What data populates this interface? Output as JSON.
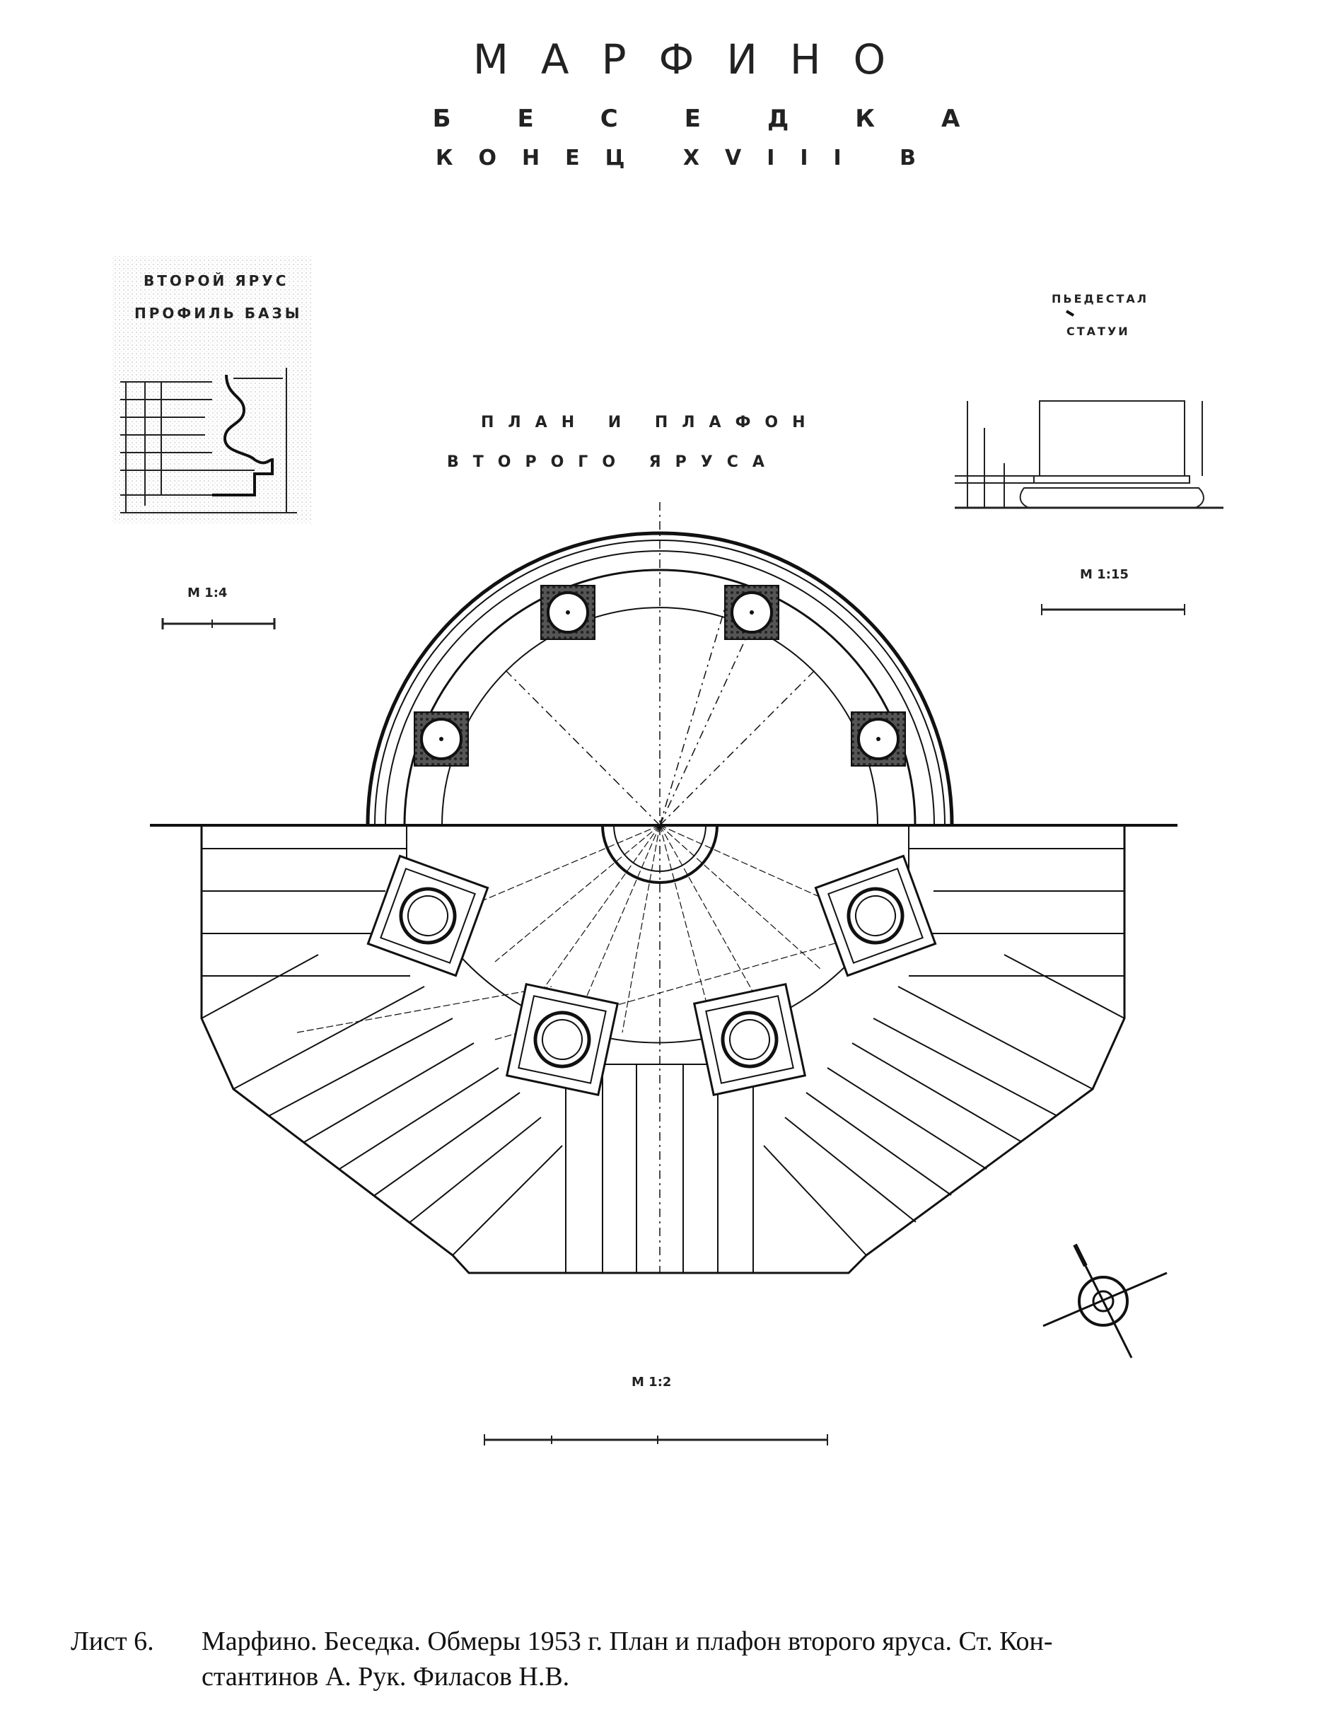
{
  "header": {
    "title": "МАРФИНО",
    "subtitle": "БЕСЕДКА",
    "date": "КОНЕЦ XVIII В"
  },
  "profile_detail": {
    "title_line1": "ВТОРОЙ ЯРУС",
    "title_line2": "ПРОФИЛЬ БАЗЫ",
    "scale": "М 1:4"
  },
  "pedestal_detail": {
    "title_line1": "ПЬЕДЕСТАЛ",
    "title_line2": "СТАТУИ",
    "scale": "М 1:15"
  },
  "plan": {
    "title_line1": "ПЛАН И ПЛАФОН",
    "title_line2": "ВТОРОГО ЯРУСА",
    "scale": "М 1:2"
  },
  "caption": {
    "plate": "Лист 6.",
    "line1": "Марфино. Беседка. Обмеры 1953 г. План и плафон второго яруса. Ст. Кон-",
    "line2": "стантинов А. Рук. Филасов Н.В."
  }
}
